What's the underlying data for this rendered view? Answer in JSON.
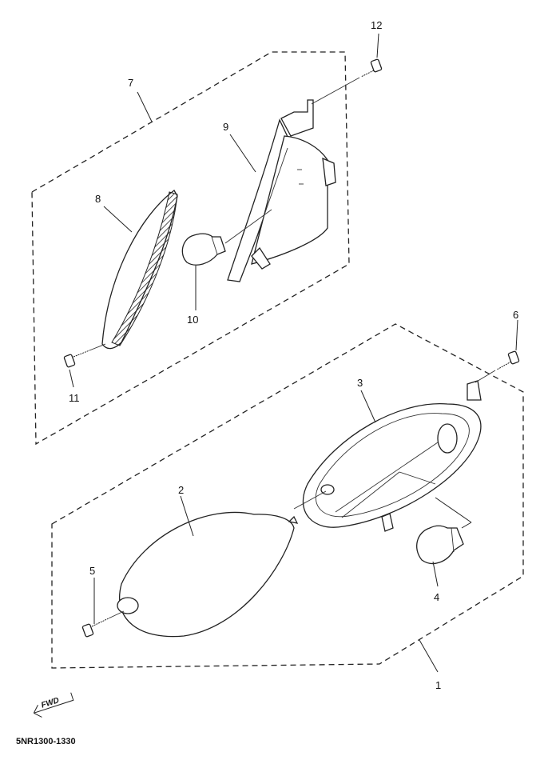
{
  "callouts": {
    "c1": "1",
    "c2": "2",
    "c3": "3",
    "c4": "4",
    "c5": "5",
    "c6": "6",
    "c7": "7",
    "c8": "8",
    "c9": "9",
    "c10": "10",
    "c11": "11",
    "c12": "12"
  },
  "fwd_label": "FWD",
  "diagram_code": "5NR1300-1330"
}
